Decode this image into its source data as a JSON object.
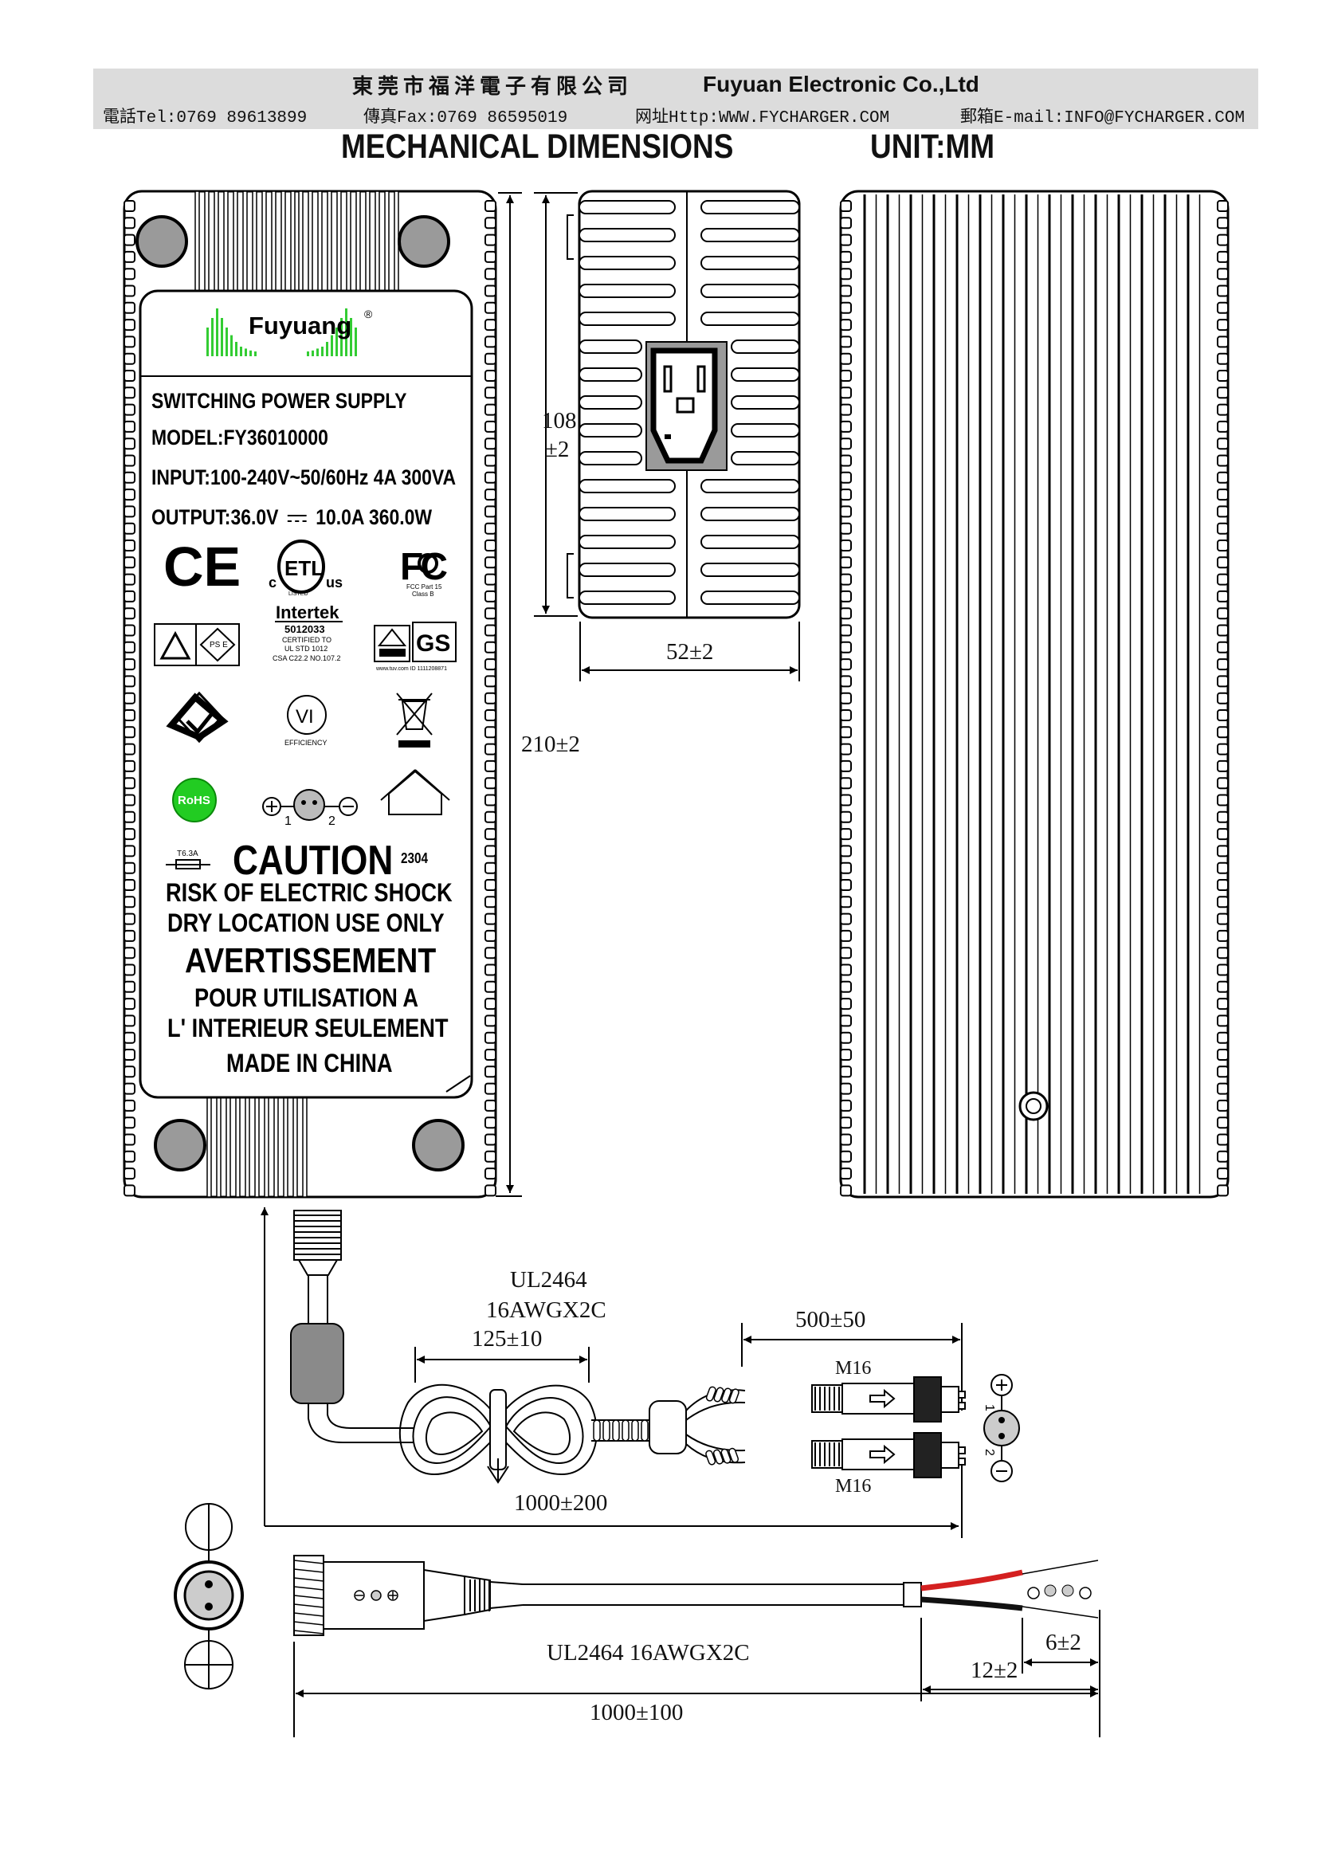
{
  "header": {
    "company_cn": "東莞市福洋電子有限公司",
    "company_en": "Fuyuan Electronic Co.,Ltd",
    "tel": "電話Tel:0769 89613899",
    "fax": "傳真Fax:0769 86595019",
    "web": "网址Http:WWW.FYCHARGER.COM",
    "email": "郵箱E-mail:INFO@FYCHARGER.COM"
  },
  "title": "MECHANICAL DIMENSIONS",
  "unit": "UNIT:MM",
  "label": {
    "brand": "Fuyuang",
    "registered": "®",
    "product": "SWITCHING POWER SUPPLY",
    "model": "MODEL:FY36010000",
    "input": "INPUT:100-240V~50/60Hz 4A 300VA",
    "output_prefix": "OUTPUT:36.0V",
    "output_suffix": "10.0A 360.0W",
    "ce": "CE",
    "etl_c": "c",
    "etl_us": "us",
    "etl_mark": "ETL",
    "etl_listed": "LISTED",
    "intertek": "Intertek",
    "intertek_no": "5012033",
    "certified_to": "CERTIFIED TO",
    "ul_std": "UL STD 1012",
    "csa_std": "CSA C22.2 NO.107.2",
    "fcc": "FC",
    "fcc_part": "FCC Part 15",
    "fcc_class": "Class B",
    "pse": "PS E",
    "tuv_url": "www.tuv.com  ID 1111208871",
    "gs": "GS",
    "vi": "VI",
    "efficiency": "EFFICIENCY",
    "rohs": "RoHS",
    "pin1": "1",
    "pin2": "2",
    "fuse": "T6.3A",
    "caution": "CAUTION",
    "date_code": "2304",
    "risk": "RISK OF ELECTRIC SHOCK",
    "dry": "DRY LOCATION USE ONLY",
    "avertissement": "AVERTISSEMENT",
    "pour": "POUR UTILISATION A",
    "interieur": "L' INTERIEUR SEULEMENT",
    "made_in": "MADE IN CHINA"
  },
  "dimensions": {
    "width": "108",
    "width_tol": "±2",
    "height_side": "52±2",
    "length": "210±2",
    "cable_spec_1": "UL2464",
    "cable_spec_2": "16AWGX2C",
    "loop": "125±10",
    "split_len": "500±50",
    "connector_top": "M16",
    "connector_bottom": "M16",
    "dc_cable_len": "1000±200",
    "plus": "⊕",
    "minus": "⊖",
    "pin_1": "1",
    "pin_2": "2",
    "cable_spec_3": "UL2464 16AWGX2C",
    "strip_1": "6±2",
    "strip_2": "12±2",
    "ext_len": "1000±100"
  }
}
